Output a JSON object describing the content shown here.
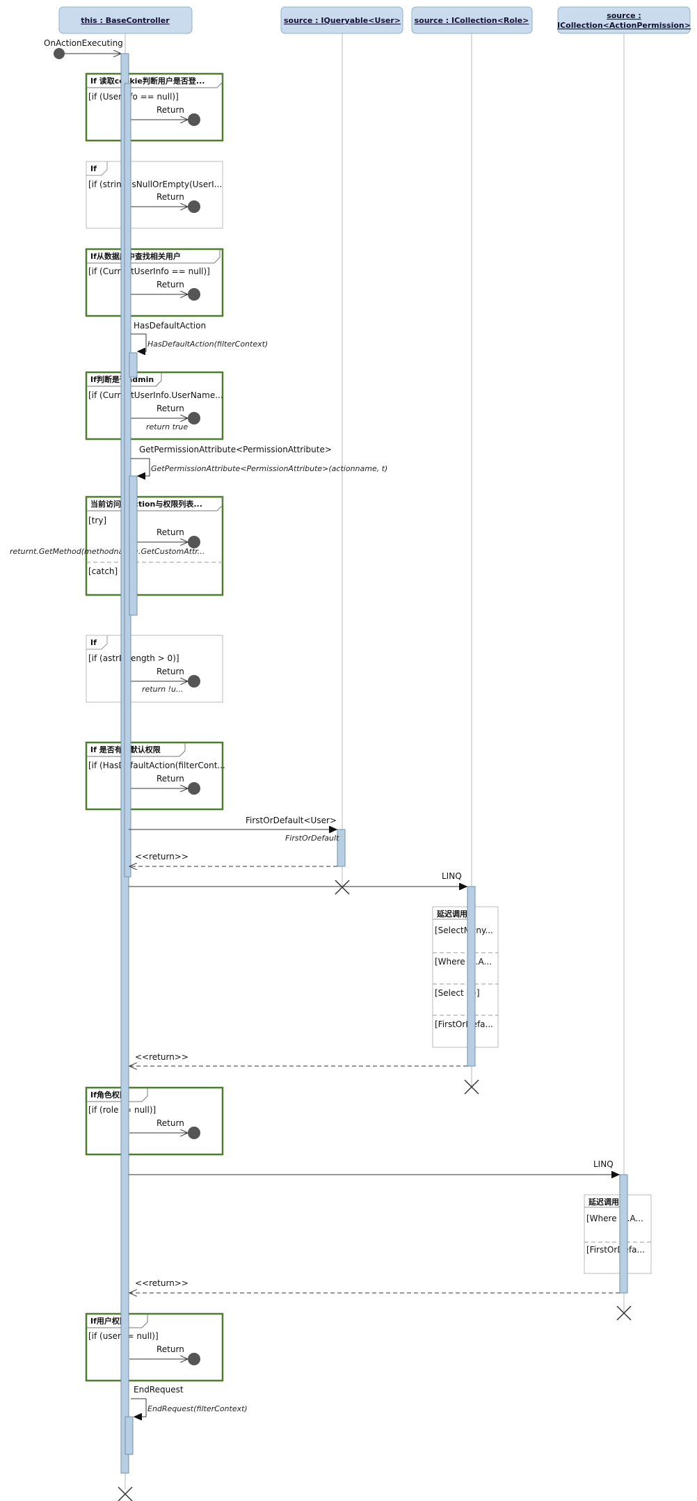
{
  "lifelines": [
    {
      "id": "this",
      "label": "this : BaseController"
    },
    {
      "id": "users",
      "label": "source : IQueryable<User>"
    },
    {
      "id": "roles",
      "label": "source : ICollection<Role>"
    },
    {
      "id": "perms",
      "label_line1": "source :",
      "label_line2": "ICollection<ActionPermission>"
    }
  ],
  "entry_message": "OnActionExecuting",
  "fragments": [
    {
      "id": "f1",
      "title": "If 读取cookie判断用户是否登...",
      "style": "strong",
      "guards": [
        "[if (UserInfo == null)]"
      ],
      "message": "Return",
      "note": ""
    },
    {
      "id": "f2",
      "title": "If",
      "style": "weak",
      "guards": [
        "[if (string.IsNullOrEmpty(UserI..."
      ],
      "message": "Return",
      "note": ""
    },
    {
      "id": "f3",
      "title": "If从数据库中查找相关用户",
      "style": "strong",
      "guards": [
        "[if (CurrentUserInfo == null)]"
      ],
      "message": "Return",
      "note": ""
    },
    {
      "id": "f4",
      "title": "If判断是否admin",
      "style": "strong",
      "guards": [
        "[if (CurrentUserInfo.UserName..."
      ],
      "message": "Return",
      "note": "return true"
    },
    {
      "id": "f5",
      "title": "当前访问的action与权限列表...",
      "style": "strong",
      "guards": [
        "[try]",
        "[catch]"
      ],
      "message": "Return",
      "note": "returnt.GetMethod(methodname).GetCustomAttr..."
    },
    {
      "id": "f6",
      "title": "If",
      "style": "weak",
      "guards": [
        "[if (astrL.Length > 0)]"
      ],
      "message": "Return",
      "note": "return !u..."
    },
    {
      "id": "f7",
      "title": "If 是否有因默认权限",
      "style": "strong",
      "guards": [
        "[if (HasDefaultAction(filterCont..."
      ],
      "message": "Return",
      "note": ""
    },
    {
      "id": "f8",
      "title": "If角色权限",
      "style": "strong",
      "guards": [
        "[if (role != null)]"
      ],
      "message": "Return",
      "note": ""
    },
    {
      "id": "f9",
      "title": "If用户权限",
      "style": "strong",
      "guards": [
        "[if (user != null)]"
      ],
      "message": "Return",
      "note": ""
    }
  ],
  "self_calls": [
    {
      "id": "s1",
      "label": "HasDefaultAction",
      "note": "HasDefaultAction(filterContext)"
    },
    {
      "id": "s2",
      "label": "GetPermissionAttribute<PermissionAttribute>",
      "note": "GetPermissionAttribute<PermissionAttribute>(actionname, t)"
    },
    {
      "id": "s3",
      "label": "EndRequest",
      "note": "EndRequest(filterContext)"
    }
  ],
  "calls": [
    {
      "id": "c1",
      "label": "FirstOrDefault<User>",
      "note": "FirstOrDefault",
      "return_label": "<<return>>"
    },
    {
      "id": "c2",
      "label": "LINQ",
      "return_label": "<<return>>"
    },
    {
      "id": "c3",
      "label": "LINQ",
      "return_label": "<<return>>"
    }
  ],
  "deferred_frames": [
    {
      "id": "d1",
      "title": "延迟调用",
      "guards": [
        "[SelectMany...",
        "[Where (c.A...",
        "[Select (r)]",
        "[FirstOrDefa..."
      ]
    },
    {
      "id": "d2",
      "title": "延迟调用",
      "guards": [
        "[Where (c.A...",
        "[FirstOrDefa..."
      ]
    }
  ],
  "colors": {
    "header_fill": "#c9dbec",
    "header_border": "#8fb0cc",
    "activation_fill": "#b8cfe3",
    "activation_border": "#6f8fae",
    "strong_frame": "#4e7d2c",
    "weak_frame": "#b8b8b8",
    "lifeline": "#b8b8b8",
    "endpoint": "#555555"
  }
}
